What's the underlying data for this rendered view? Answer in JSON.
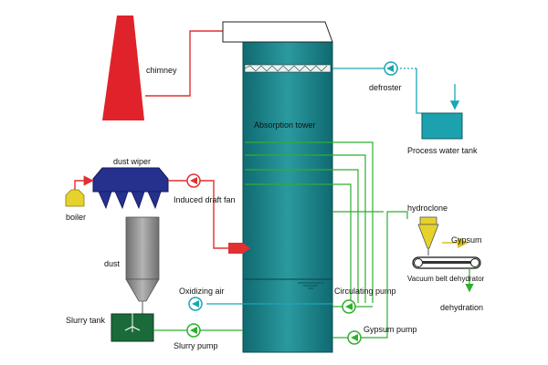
{
  "labels": {
    "chimney": "chimney",
    "defroster": "defroster",
    "absorption_tower": "Absorption tower",
    "process_water_tank": "Process water tank",
    "dust_wiper": "dust wiper",
    "induced_draft_fan": "Induced draft fan",
    "boiler": "boiler",
    "dust": "dust",
    "hydroclone": "hydroclone",
    "gypsum": "Gypsum",
    "vacuum_belt_dehydrator": "Vacuum belt dehydrator",
    "oxidizing_air": "Oxidizing air",
    "circulating_pump": "Circulating pump",
    "dehydration": "dehydration",
    "slurry_tank": "Slurry tank",
    "slurry_pump": "Slurry pump",
    "gypsum_pump": "Gypsum pump"
  },
  "colors": {
    "flue_gas": "#e03030",
    "slurry_line": "#2eaf2e",
    "water_line": "#1aa6b6",
    "tower_fill": "#1c7f86",
    "chimney_fill": "#e0232a",
    "dust_collector": "#25308f",
    "dust_hopper": "#8f8f8f",
    "slurry_tank_fill": "#1b6b3a",
    "boiler_fill": "#e6d22c",
    "hydroclone_fill": "#e6d22c",
    "gypsum_arrow": "#d8c21c"
  }
}
